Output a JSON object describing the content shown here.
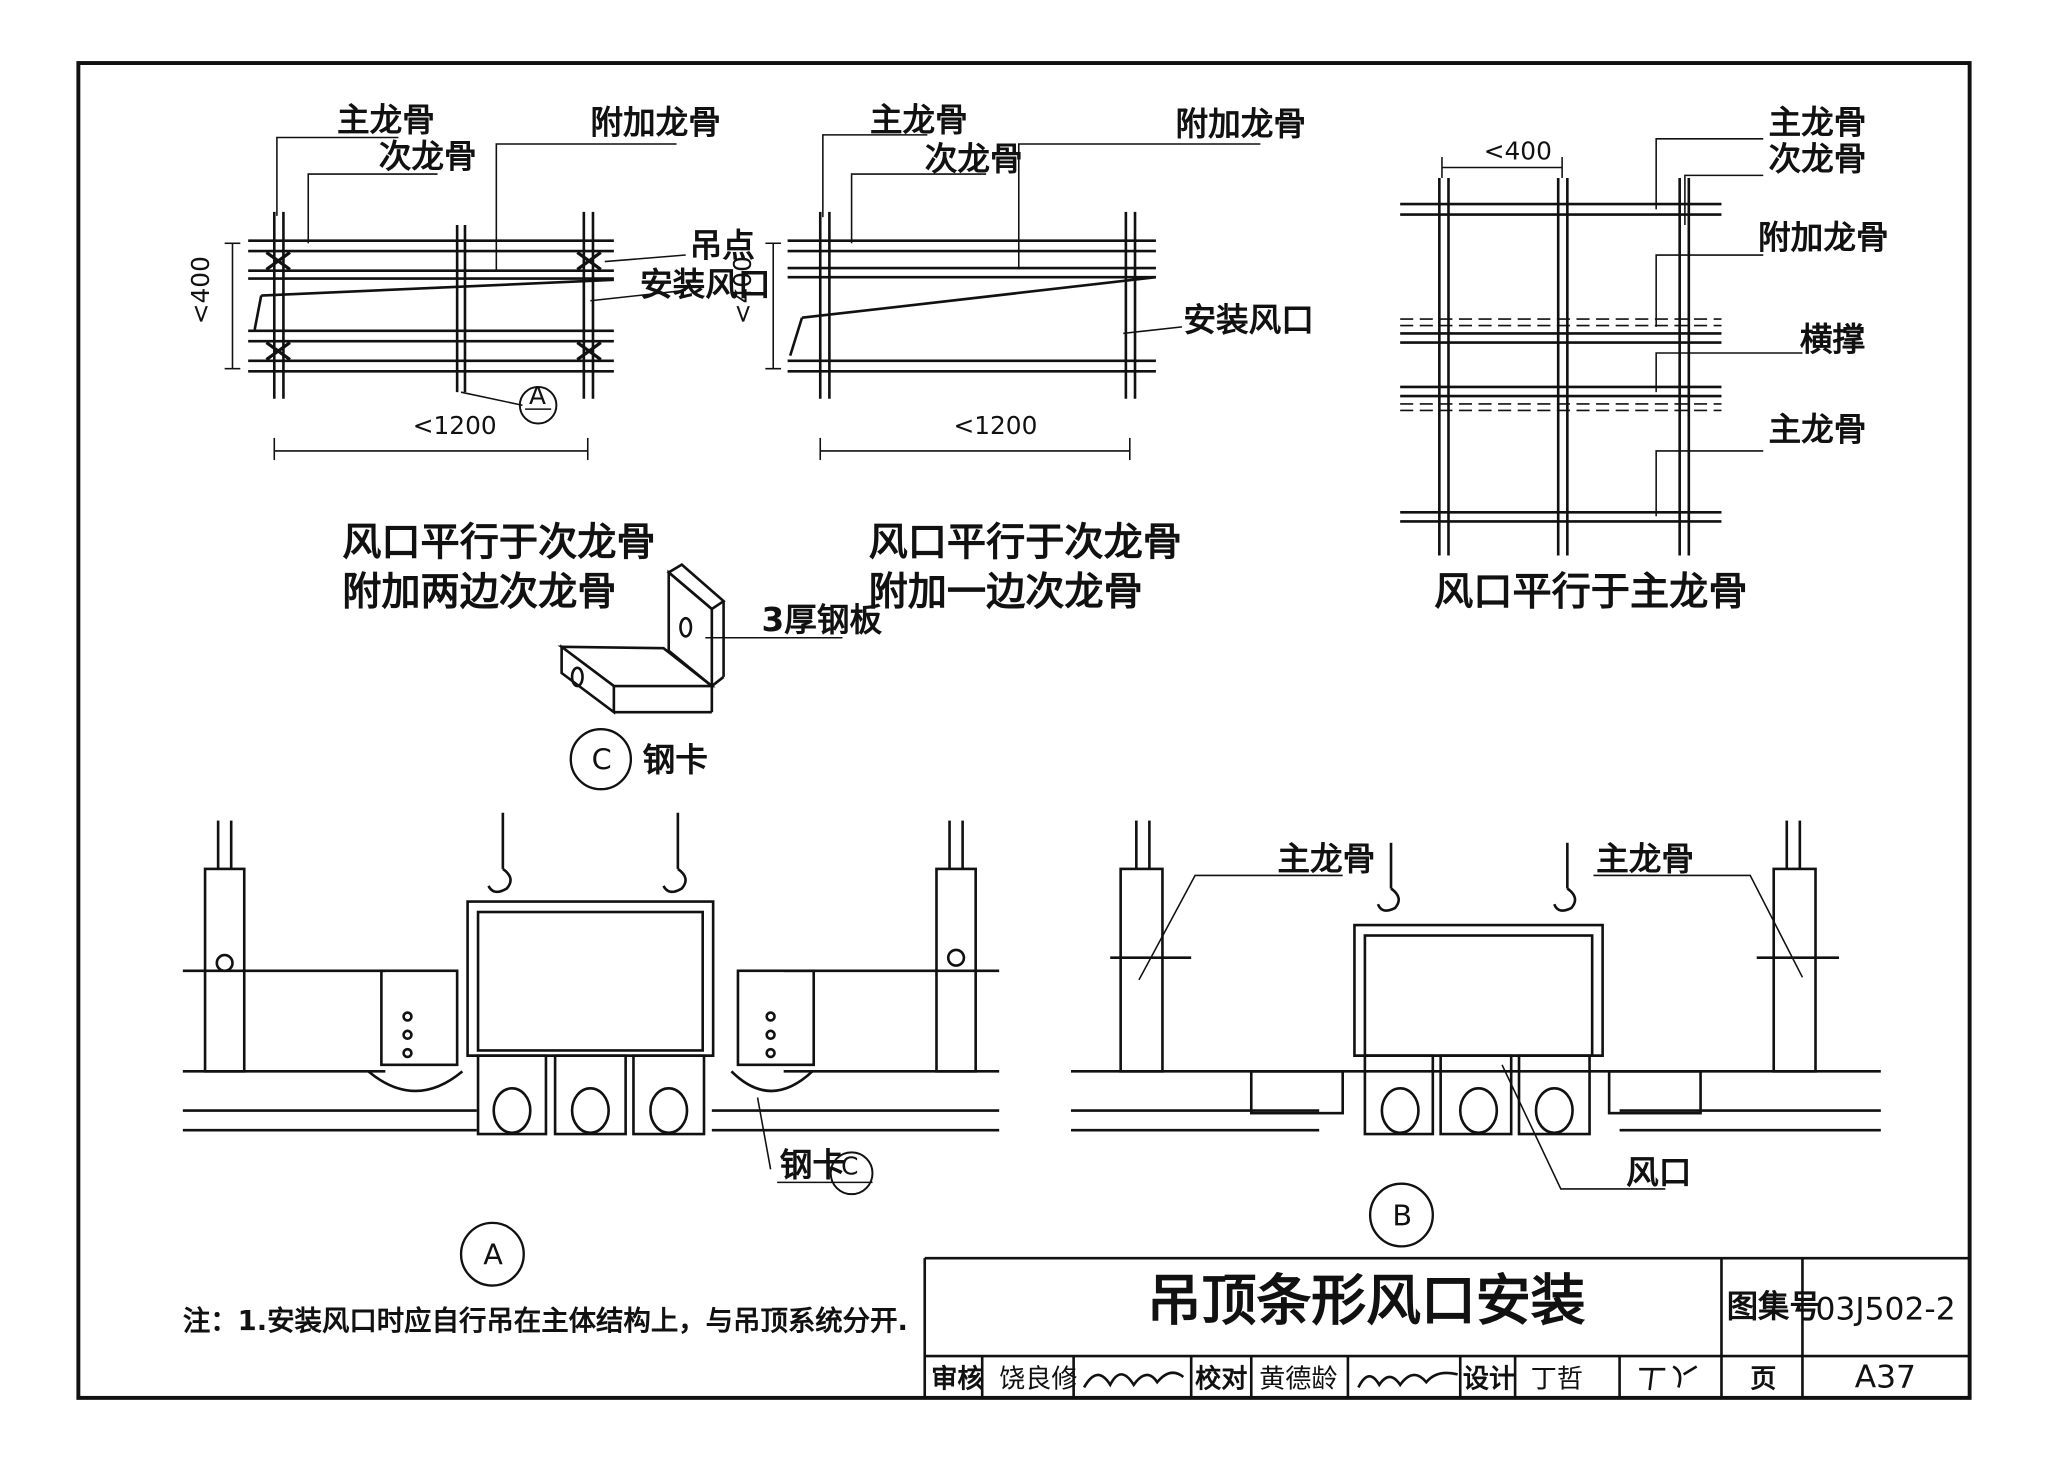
{
  "view1": {
    "main_runner": "主龙骨",
    "secondary_runner": "次龙骨",
    "extra_runner": "附加龙骨",
    "hanger_point": "吊点",
    "install_vent": "安装风口",
    "dim_width": "<400",
    "dim_length": "<1200",
    "section_ref": "A",
    "caption_line1": "风口平行于次龙骨",
    "caption_line2": "附加两边次龙骨"
  },
  "view2": {
    "main_runner": "主龙骨",
    "secondary_runner": "次龙骨",
    "extra_runner": "附加龙骨",
    "install_vent": "安装风口",
    "dim_width": "<400",
    "dim_length": "<1200",
    "caption_line1": "风口平行于次龙骨",
    "caption_line2": "附加一边次龙骨"
  },
  "view3": {
    "dim_width": "<400",
    "main_runner_top": "主龙骨",
    "secondary_runner": "次龙骨",
    "extra_runner": "附加龙骨",
    "cross_brace": "横撑",
    "main_runner_bottom": "主龙骨",
    "caption": "风口平行于主龙骨"
  },
  "clip_detail": {
    "plate_label": "3厚钢板",
    "ref": "C",
    "name": "钢卡"
  },
  "section_a": {
    "ref": "A",
    "clip_label": "钢卡",
    "clip_ref": "C"
  },
  "section_b": {
    "ref": "B",
    "main_runner_left": "主龙骨",
    "main_runner_right": "主龙骨",
    "vent_label": "风口"
  },
  "note": "注：1.安装风口时应自行吊在主体结构上，与吊顶系统分开.",
  "title_block": {
    "title": "吊顶条形风口安装",
    "atlas_label": "图集号",
    "atlas_no": "03J502-2",
    "review_label": "审核",
    "reviewer": "饶良修",
    "check_label": "校对",
    "checker": "黄德龄",
    "design_label": "设计",
    "designer": "丁哲",
    "page_label": "页",
    "page_no": "A37"
  }
}
